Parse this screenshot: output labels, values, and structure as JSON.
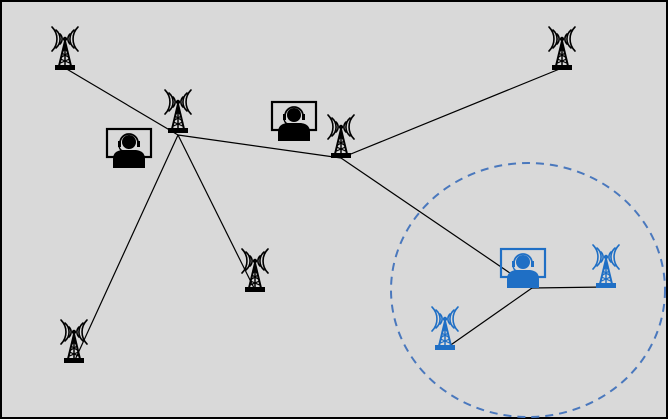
{
  "colors": {
    "background": "#d9d9d9",
    "border": "#000000",
    "network_line": "#000000",
    "default_node": "#000000",
    "highlight_node": "#1f6fc5",
    "coverage_circle": "#4a78bd"
  },
  "nodes": [
    {
      "id": "tower-1",
      "kind": "tower",
      "group": "default"
    },
    {
      "id": "tower-2",
      "kind": "tower",
      "group": "default"
    },
    {
      "id": "tower-3",
      "kind": "tower",
      "group": "default"
    },
    {
      "id": "tower-4",
      "kind": "tower",
      "group": "default"
    },
    {
      "id": "tower-5",
      "kind": "tower",
      "group": "default"
    },
    {
      "id": "tower-6",
      "kind": "tower",
      "group": "default"
    },
    {
      "id": "tower-7",
      "kind": "tower",
      "group": "highlight"
    },
    {
      "id": "tower-8",
      "kind": "tower",
      "group": "highlight"
    },
    {
      "id": "operator-1",
      "kind": "operator",
      "group": "default"
    },
    {
      "id": "operator-2",
      "kind": "operator",
      "group": "default"
    },
    {
      "id": "operator-3",
      "kind": "operator",
      "group": "highlight"
    }
  ],
  "links": [
    [
      "tower-1",
      "tower-2"
    ],
    [
      "tower-2",
      "tower-3"
    ],
    [
      "tower-3",
      "tower-4"
    ],
    [
      "tower-2",
      "tower-5"
    ],
    [
      "tower-2",
      "tower-6"
    ],
    [
      "tower-3",
      "operator-3"
    ],
    [
      "operator-3",
      "tower-7"
    ],
    [
      "operator-3",
      "tower-8"
    ]
  ],
  "coverage_area": {
    "label": "",
    "group": "highlight"
  }
}
